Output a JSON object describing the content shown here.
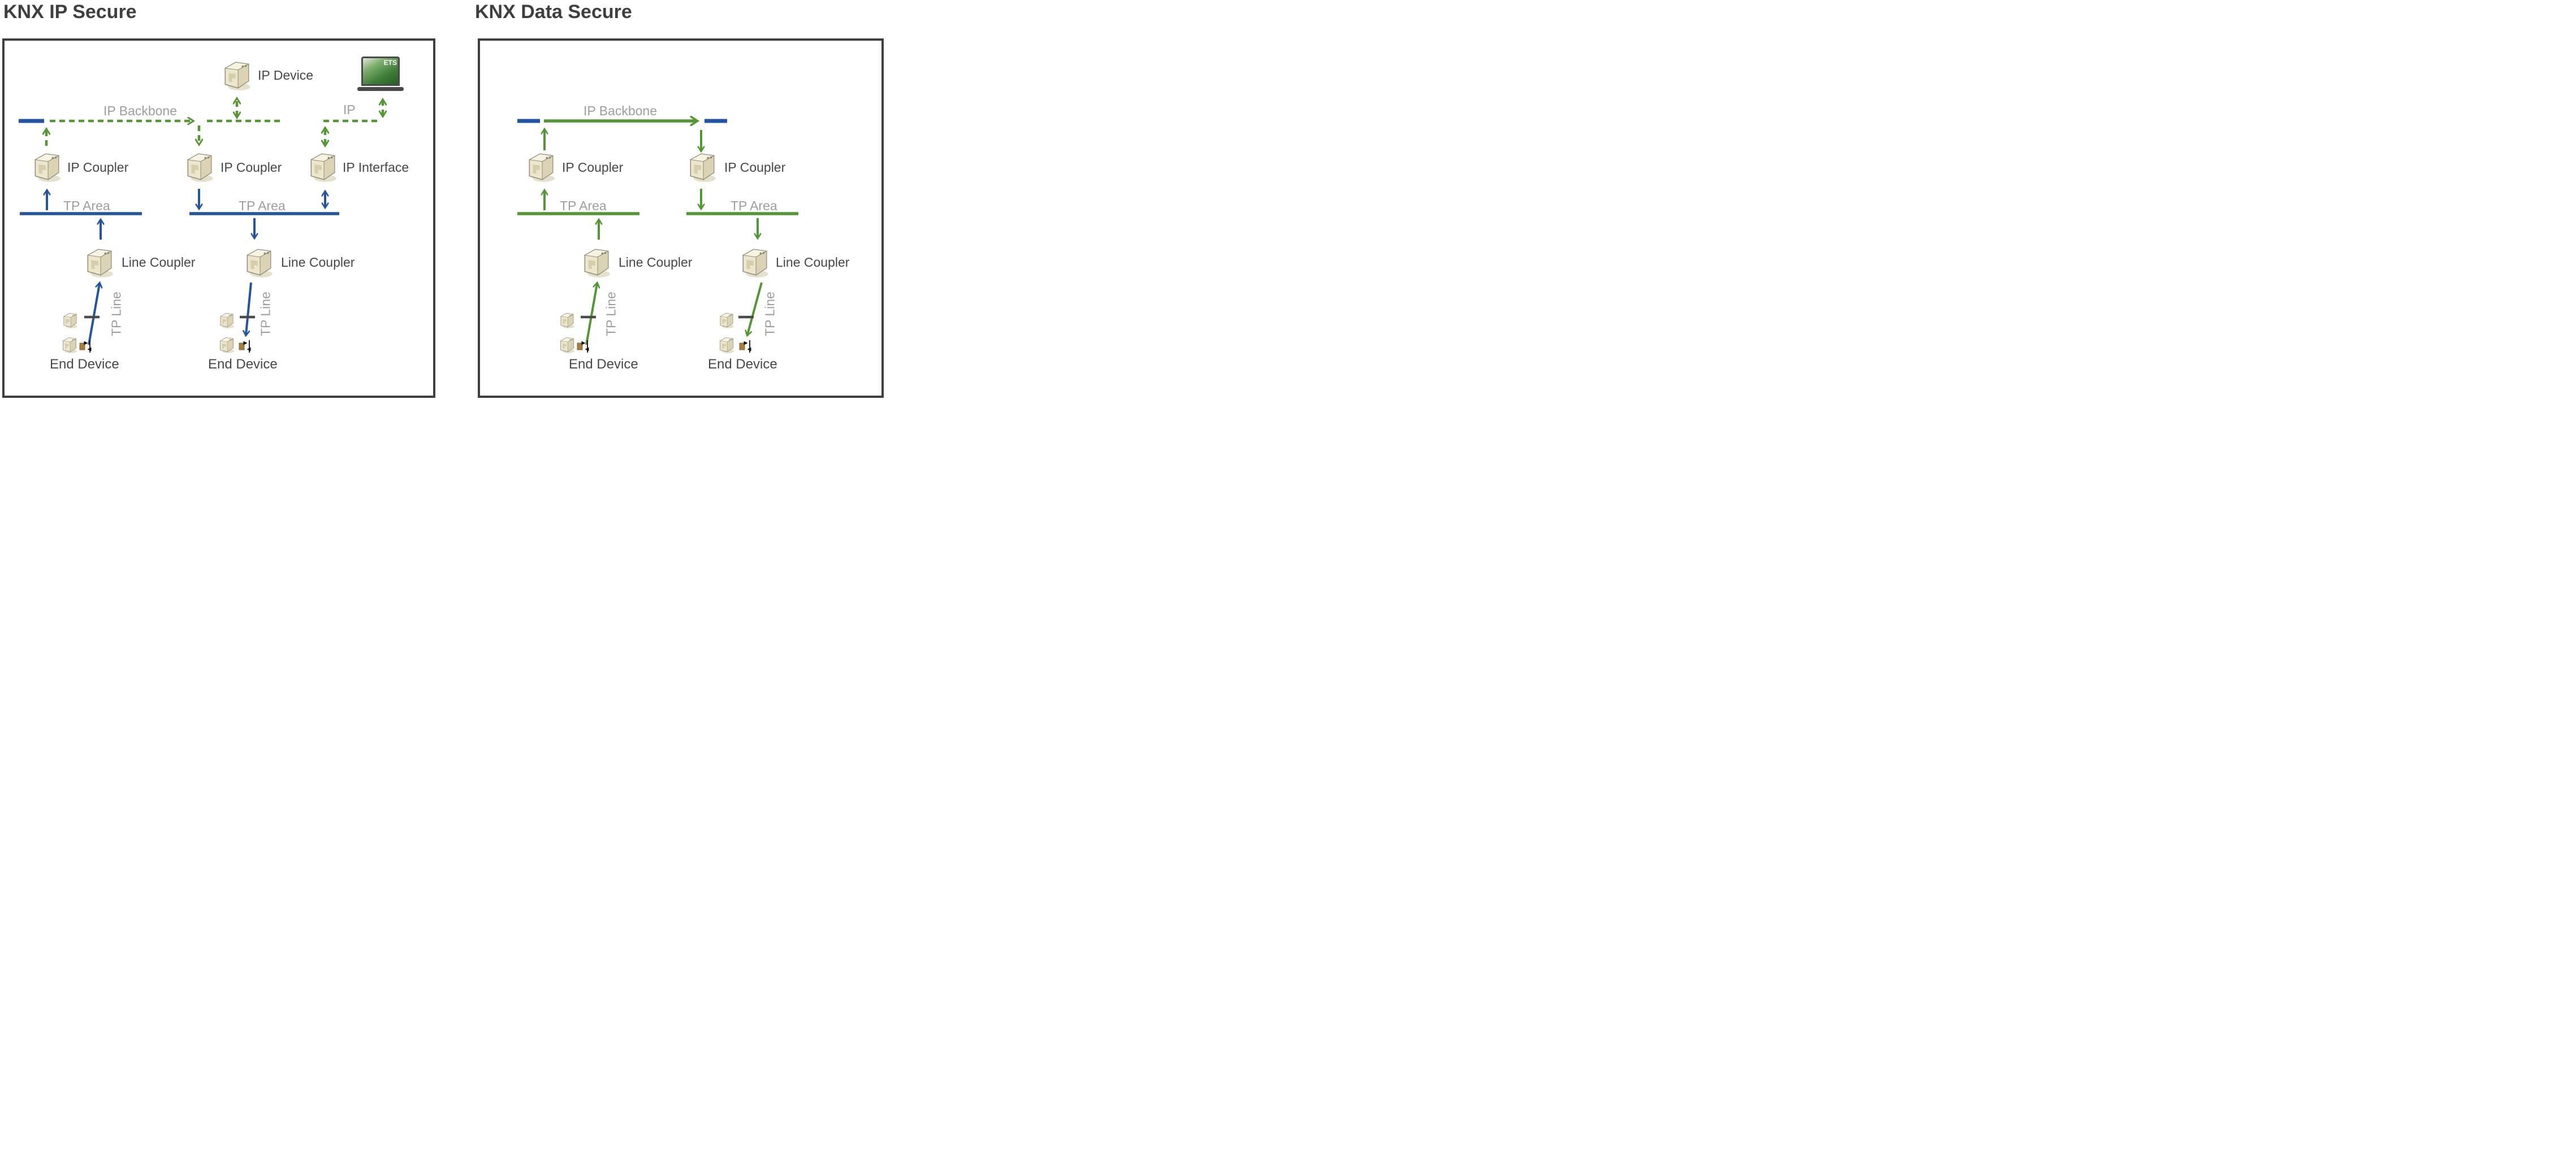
{
  "panels": {
    "left": {
      "title": "KNX IP Secure",
      "labels": {
        "ip_device": "IP Device",
        "ets": "ETS",
        "ip_backbone": "IP Backbone",
        "ip": "IP",
        "ip_coupler_1": "IP Coupler",
        "ip_coupler_2": "IP Coupler",
        "ip_interface": "IP Interface",
        "tp_area_1": "TP Area",
        "tp_area_2": "TP Area",
        "line_coupler_1": "Line Coupler",
        "line_coupler_2": "Line Coupler",
        "tp_line_1": "TP Line",
        "tp_line_2": "TP Line",
        "end_device_1": "End Device",
        "end_device_2": "End Device"
      }
    },
    "right": {
      "title": "KNX Data Secure",
      "labels": {
        "ip_backbone": "IP Backbone",
        "ip_coupler_1": "IP Coupler",
        "ip_coupler_2": "IP Coupler",
        "tp_area_1": "TP Area",
        "tp_area_2": "TP Area",
        "line_coupler_1": "Line Coupler",
        "line_coupler_2": "Line Coupler",
        "tp_line_1": "TP Line",
        "tp_line_2": "TP Line",
        "end_device_1": "End Device",
        "end_device_2": "End Device"
      }
    }
  },
  "colors": {
    "text_dark": "#3f3f3f",
    "label_gray": "#9e9e9e",
    "knx_blue": "#2254a3",
    "secure_green": "#529733",
    "device_beige": "#ece6cc",
    "terminal_brown": "#a87e3e",
    "ets_screen_green": "#3f7d3a"
  }
}
